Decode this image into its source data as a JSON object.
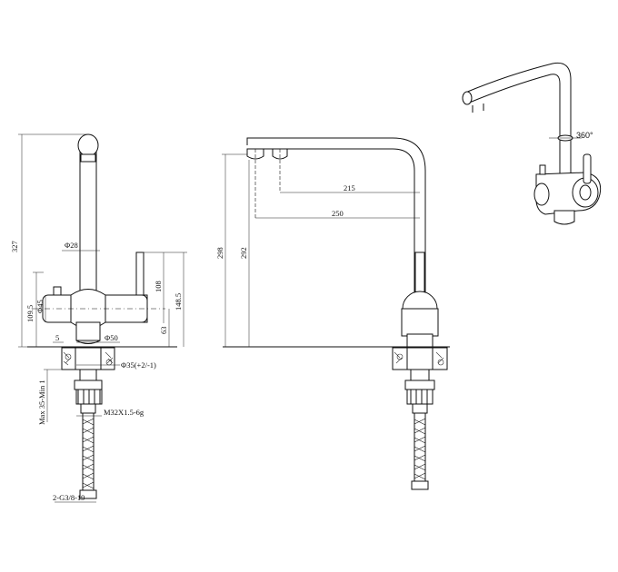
{
  "front_view": {
    "height_total": "327",
    "spout_dia": "Φ28",
    "body_dia": "Φ45",
    "body_height": "109.5",
    "handle_height": "108",
    "handle_total": "148.5",
    "handle_low": "63",
    "offset": "5",
    "base_dia": "Φ50",
    "hole_dia": "Φ35(+2/-1)",
    "thickness": "Max 35-Min 1",
    "thread": "M32X1.5-6g",
    "hose_thread": "2-G3/8-19"
  },
  "side_view": {
    "height_total": "298",
    "height_outlet": "292",
    "reach_inner": "215",
    "reach_outer": "250"
  },
  "iso_view": {
    "rotation": "360°"
  }
}
